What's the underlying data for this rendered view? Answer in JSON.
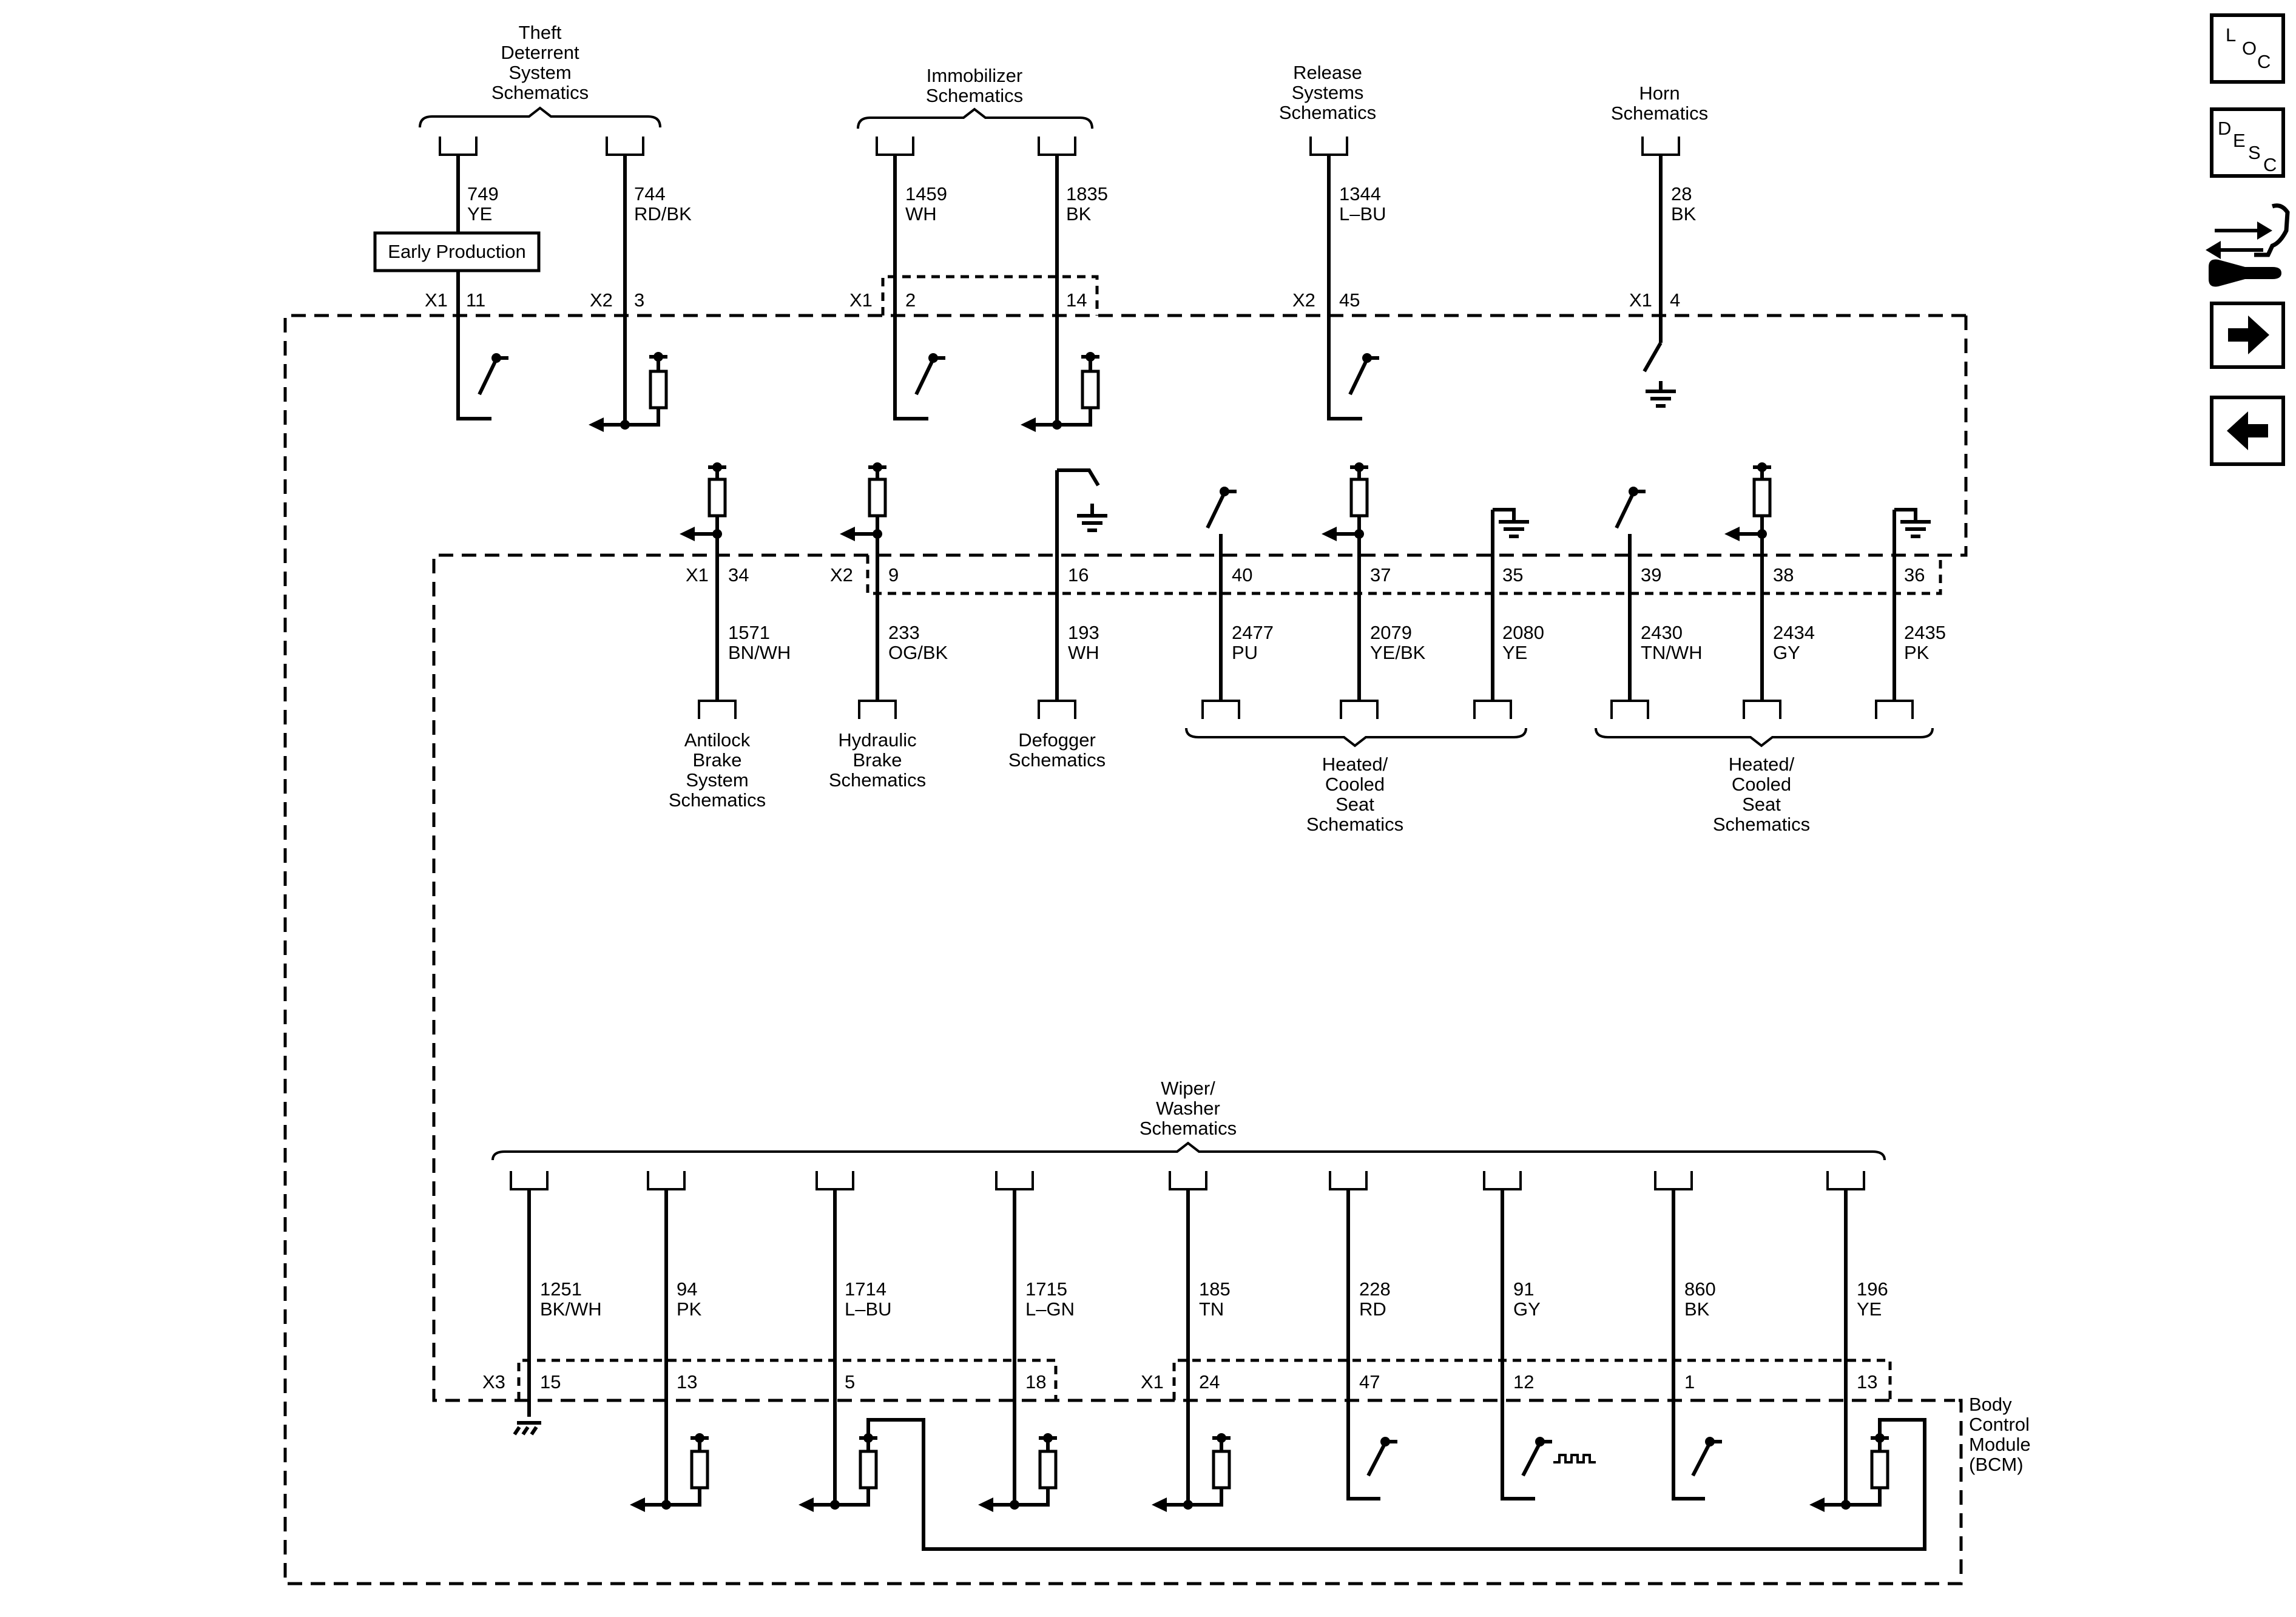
{
  "top_blocks": {
    "theft": {
      "title": [
        "Theft",
        "Deterrent",
        "System",
        "Schematics"
      ]
    },
    "immobilizer": {
      "title": [
        "Immobilizer",
        "Schematics"
      ]
    },
    "release": {
      "title": [
        "Release",
        "Systems",
        "Schematics"
      ]
    },
    "horn": {
      "title": [
        "Horn",
        "Schematics"
      ]
    }
  },
  "top_circuits": [
    {
      "id": "749",
      "wire": "749",
      "color": "YE",
      "connector": "X1",
      "pin": "11"
    },
    {
      "id": "744",
      "wire": "744",
      "color": "RD/BK",
      "connector": "X2",
      "pin": "3"
    },
    {
      "id": "1459",
      "wire": "1459",
      "color": "WH",
      "connector": "X1",
      "pin": "2"
    },
    {
      "id": "1835",
      "wire": "1835",
      "color": "BK",
      "connector": "",
      "pin": "14"
    },
    {
      "id": "1344",
      "wire": "1344",
      "color": "L–BU",
      "connector": "X2",
      "pin": "45"
    },
    {
      "id": "28",
      "wire": "28",
      "color": "BK",
      "connector": "X1",
      "pin": "4"
    }
  ],
  "early_production_label": "Early Production",
  "mid_circuits": [
    {
      "wire": "1571",
      "color": "BN/WH",
      "connector": "X1",
      "pin": "34"
    },
    {
      "wire": "233",
      "color": "OG/BK",
      "connector": "X2",
      "pin": "9"
    },
    {
      "wire": "193",
      "color": "WH",
      "connector": "",
      "pin": "16"
    },
    {
      "wire": "2477",
      "color": "PU",
      "connector": "",
      "pin": "40"
    },
    {
      "wire": "2079",
      "color": "YE/BK",
      "connector": "",
      "pin": "37"
    },
    {
      "wire": "2080",
      "color": "YE",
      "connector": "",
      "pin": "35"
    },
    {
      "wire": "2430",
      "color": "TN/WH",
      "connector": "",
      "pin": "39"
    },
    {
      "wire": "2434",
      "color": "GY",
      "connector": "",
      "pin": "38"
    },
    {
      "wire": "2435",
      "color": "PK",
      "connector": "",
      "pin": "36"
    }
  ],
  "mid_labels": {
    "antilock": [
      "Antilock",
      "Brake",
      "System",
      "Schematics"
    ],
    "hydraulic": [
      "Hydraulic",
      "Brake",
      "Schematics"
    ],
    "defogger": [
      "Defogger",
      "Schematics"
    ],
    "seat1": [
      "Heated/",
      "Cooled",
      "Seat",
      "Schematics"
    ],
    "seat2": [
      "Heated/",
      "Cooled",
      "Seat",
      "Schematics"
    ]
  },
  "wiper_title": [
    "Wiper/",
    "Washer",
    "Schematics"
  ],
  "bottom_circuits": [
    {
      "wire": "1251",
      "color": "BK/WH",
      "connector": "X3",
      "pin": "15"
    },
    {
      "wire": "94",
      "color": "PK",
      "connector": "",
      "pin": "13"
    },
    {
      "wire": "1714",
      "color": "L–BU",
      "connector": "",
      "pin": "5"
    },
    {
      "wire": "1715",
      "color": "L–GN",
      "connector": "",
      "pin": "18"
    },
    {
      "wire": "185",
      "color": "TN",
      "connector": "X1",
      "pin": "24"
    },
    {
      "wire": "228",
      "color": "RD",
      "connector": "",
      "pin": "47"
    },
    {
      "wire": "91",
      "color": "GY",
      "connector": "",
      "pin": "12"
    },
    {
      "wire": "860",
      "color": "BK",
      "connector": "",
      "pin": "1"
    },
    {
      "wire": "196",
      "color": "YE",
      "connector": "",
      "pin": "13"
    }
  ],
  "module_label": [
    "Body",
    "Control",
    "Module",
    "(BCM)"
  ],
  "nav": {
    "loc": [
      "L",
      "O",
      "C"
    ],
    "desc": [
      "D",
      "E",
      "S",
      "C"
    ],
    "repair_icon": "wrench-arrows-icon",
    "next_icon": "arrow-right-icon",
    "prev_icon": "arrow-left-icon"
  }
}
